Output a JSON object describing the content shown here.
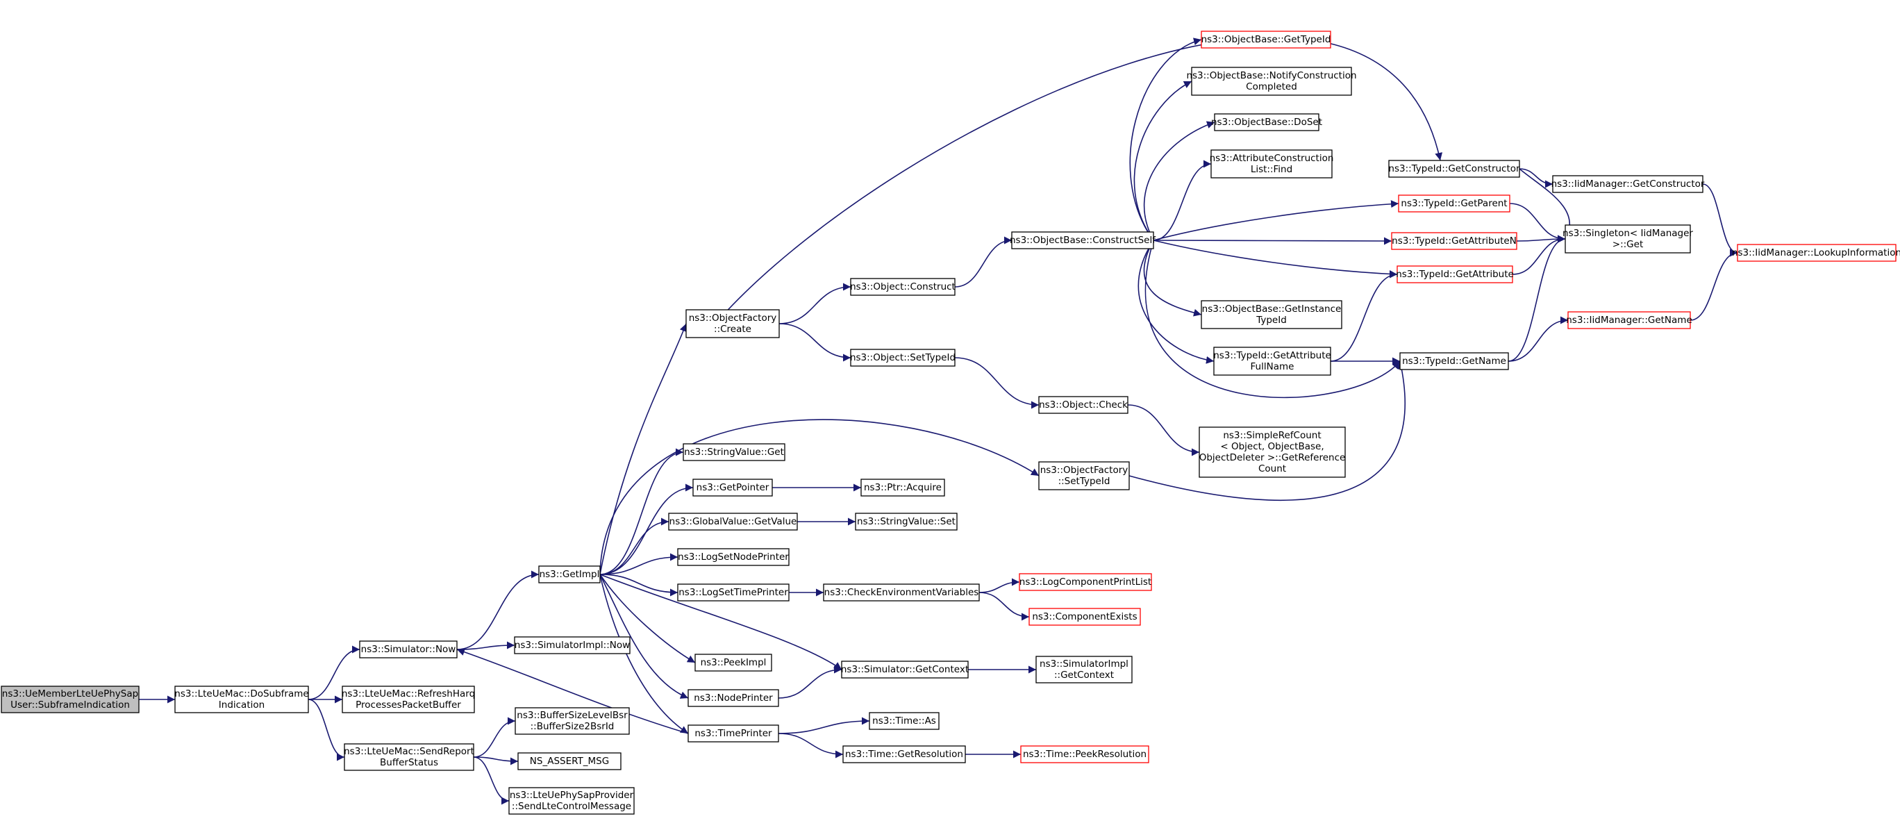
{
  "colors": {
    "edge": "#191970",
    "node_border": "#000000",
    "node_border_incomplete": "#ff0000",
    "root_fill": "#bfbfbf",
    "node_fill": "#ffffff"
  },
  "nodes": [
    {
      "id": "root",
      "lines": [
        "ns3::UeMemberLteUePhySap",
        "User::SubframeIndication"
      ],
      "style": "root"
    },
    {
      "id": "doSubframe",
      "lines": [
        "ns3::LteUeMac::DoSubframe",
        "Indication"
      ],
      "style": "normal"
    },
    {
      "id": "simNow",
      "lines": [
        "ns3::Simulator::Now"
      ],
      "style": "normal"
    },
    {
      "id": "refreshHarq",
      "lines": [
        "ns3::LteUeMac::RefreshHarq",
        "ProcessesPacketBuffer"
      ],
      "style": "normal"
    },
    {
      "id": "sendReport",
      "lines": [
        "ns3::LteUeMac::SendReport",
        "BufferStatus"
      ],
      "style": "normal"
    },
    {
      "id": "getImpl",
      "lines": [
        "ns3::GetImpl"
      ],
      "style": "normal"
    },
    {
      "id": "simImplNow",
      "lines": [
        "ns3::SimulatorImpl::Now"
      ],
      "style": "normal"
    },
    {
      "id": "bsr",
      "lines": [
        "ns3::BufferSizeLevelBsr",
        "::BufferSize2BsrId"
      ],
      "style": "normal"
    },
    {
      "id": "nsAssert",
      "lines": [
        "NS_ASSERT_MSG"
      ],
      "style": "normal"
    },
    {
      "id": "sendLte",
      "lines": [
        "ns3::LteUePhySapProvider",
        "::SendLteControlMessage"
      ],
      "style": "normal"
    },
    {
      "id": "ofCreate",
      "lines": [
        "ns3::ObjectFactory",
        "::Create"
      ],
      "style": "normal"
    },
    {
      "id": "stringValueGet",
      "lines": [
        "ns3::StringValue::Get"
      ],
      "style": "normal"
    },
    {
      "id": "getPointer",
      "lines": [
        "ns3::GetPointer"
      ],
      "style": "normal"
    },
    {
      "id": "gvGetValue",
      "lines": [
        "ns3::GlobalValue::GetValue"
      ],
      "style": "normal"
    },
    {
      "id": "logNodePrinter",
      "lines": [
        "ns3::LogSetNodePrinter"
      ],
      "style": "normal"
    },
    {
      "id": "logTimePrinter",
      "lines": [
        "ns3::LogSetTimePrinter"
      ],
      "style": "normal"
    },
    {
      "id": "peekImpl",
      "lines": [
        "ns3::PeekImpl"
      ],
      "style": "normal"
    },
    {
      "id": "nodePrinter",
      "lines": [
        "ns3::NodePrinter"
      ],
      "style": "normal"
    },
    {
      "id": "timePrinter",
      "lines": [
        "ns3::TimePrinter"
      ],
      "style": "normal"
    },
    {
      "id": "objConstruct",
      "lines": [
        "ns3::Object::Construct"
      ],
      "style": "normal"
    },
    {
      "id": "objSetTypeId",
      "lines": [
        "ns3::Object::SetTypeId"
      ],
      "style": "normal"
    },
    {
      "id": "ptrAcquire",
      "lines": [
        "ns3::Ptr::Acquire"
      ],
      "style": "normal"
    },
    {
      "id": "stringValueSet",
      "lines": [
        "ns3::StringValue::Set"
      ],
      "style": "normal"
    },
    {
      "id": "checkEnv",
      "lines": [
        "ns3::CheckEnvironmentVariables"
      ],
      "style": "normal"
    },
    {
      "id": "simGetContext",
      "lines": [
        "ns3::Simulator::GetContext"
      ],
      "style": "normal"
    },
    {
      "id": "timeAs",
      "lines": [
        "ns3::Time::As"
      ],
      "style": "normal"
    },
    {
      "id": "timeGetRes",
      "lines": [
        "ns3::Time::GetResolution"
      ],
      "style": "normal"
    },
    {
      "id": "constructSelf",
      "lines": [
        "ns3::ObjectBase::ConstructSelf"
      ],
      "style": "normal"
    },
    {
      "id": "objCheck",
      "lines": [
        "ns3::Object::Check"
      ],
      "style": "normal"
    },
    {
      "id": "ofSetTypeId",
      "lines": [
        "ns3::ObjectFactory",
        "::SetTypeId"
      ],
      "style": "normal"
    },
    {
      "id": "logCompPrint",
      "lines": [
        "ns3::LogComponentPrintList"
      ],
      "style": "incomplete"
    },
    {
      "id": "compExists",
      "lines": [
        "ns3::ComponentExists"
      ],
      "style": "incomplete"
    },
    {
      "id": "simImplGetContext",
      "lines": [
        "ns3::SimulatorImpl",
        "::GetContext"
      ],
      "style": "normal"
    },
    {
      "id": "peekRes",
      "lines": [
        "ns3::Time::PeekResolution"
      ],
      "style": "incomplete"
    },
    {
      "id": "obGetTypeId",
      "lines": [
        "ns3::ObjectBase::GetTypeId"
      ],
      "style": "incomplete"
    },
    {
      "id": "notifyConstruction",
      "lines": [
        "ns3::ObjectBase::NotifyConstruction",
        "Completed"
      ],
      "style": "normal"
    },
    {
      "id": "obDoSet",
      "lines": [
        "ns3::ObjectBase::DoSet"
      ],
      "style": "normal"
    },
    {
      "id": "attrConstrFind",
      "lines": [
        "ns3::AttributeConstruction",
        "List::Find"
      ],
      "style": "normal"
    },
    {
      "id": "getInstanceTypeId",
      "lines": [
        "ns3::ObjectBase::GetInstance",
        "TypeId"
      ],
      "style": "normal"
    },
    {
      "id": "getAttrFullName",
      "lines": [
        "ns3::TypeId::GetAttribute",
        "FullName"
      ],
      "style": "normal"
    },
    {
      "id": "refCount",
      "lines": [
        "ns3::SimpleRefCount",
        "< Object, ObjectBase,",
        "ObjectDeleter >::GetReference",
        "Count"
      ],
      "style": "normal"
    },
    {
      "id": "tidGetConstructor",
      "lines": [
        "ns3::TypeId::GetConstructor"
      ],
      "style": "normal"
    },
    {
      "id": "tidGetParent",
      "lines": [
        "ns3::TypeId::GetParent"
      ],
      "style": "incomplete"
    },
    {
      "id": "tidGetAttrN",
      "lines": [
        "ns3::TypeId::GetAttributeN"
      ],
      "style": "incomplete"
    },
    {
      "id": "tidGetAttr",
      "lines": [
        "ns3::TypeId::GetAttribute"
      ],
      "style": "incomplete"
    },
    {
      "id": "tidGetName",
      "lines": [
        "ns3::TypeId::GetName"
      ],
      "style": "normal"
    },
    {
      "id": "iidGetConstructor",
      "lines": [
        "ns3::IidManager::GetConstructor"
      ],
      "style": "normal"
    },
    {
      "id": "singletonGet",
      "lines": [
        "ns3::Singleton< IidManager",
        ">::Get"
      ],
      "style": "normal"
    },
    {
      "id": "iidGetName",
      "lines": [
        "ns3::IidManager::GetName"
      ],
      "style": "incomplete"
    },
    {
      "id": "iidLookup",
      "lines": [
        "ns3::IidManager::LookupInformation"
      ],
      "style": "incomplete"
    }
  ],
  "edges": [
    [
      "root",
      "doSubframe"
    ],
    [
      "doSubframe",
      "simNow"
    ],
    [
      "doSubframe",
      "refreshHarq"
    ],
    [
      "doSubframe",
      "sendReport"
    ],
    [
      "simNow",
      "getImpl"
    ],
    [
      "simNow",
      "simImplNow"
    ],
    [
      "sendReport",
      "bsr"
    ],
    [
      "sendReport",
      "nsAssert"
    ],
    [
      "sendReport",
      "sendLte"
    ],
    [
      "getImpl",
      "ofCreate"
    ],
    [
      "getImpl",
      "ofSetTypeId"
    ],
    [
      "getImpl",
      "stringValueGet"
    ],
    [
      "getImpl",
      "getPointer"
    ],
    [
      "getImpl",
      "gvGetValue"
    ],
    [
      "getImpl",
      "logNodePrinter"
    ],
    [
      "getImpl",
      "logTimePrinter"
    ],
    [
      "getImpl",
      "simGetContext"
    ],
    [
      "getImpl",
      "peekImpl"
    ],
    [
      "getImpl",
      "nodePrinter"
    ],
    [
      "getImpl",
      "timePrinter"
    ],
    [
      "timePrinter",
      "simNow"
    ],
    [
      "ofCreate",
      "objConstruct"
    ],
    [
      "ofCreate",
      "objSetTypeId"
    ],
    [
      "ofCreate",
      "tidGetConstructor"
    ],
    [
      "getPointer",
      "ptrAcquire"
    ],
    [
      "gvGetValue",
      "stringValueSet"
    ],
    [
      "logTimePrinter",
      "checkEnv"
    ],
    [
      "nodePrinter",
      "simGetContext"
    ],
    [
      "timePrinter",
      "timeAs"
    ],
    [
      "timePrinter",
      "timeGetRes"
    ],
    [
      "objConstruct",
      "constructSelf"
    ],
    [
      "objSetTypeId",
      "objCheck"
    ],
    [
      "checkEnv",
      "logCompPrint"
    ],
    [
      "checkEnv",
      "compExists"
    ],
    [
      "simGetContext",
      "simImplGetContext"
    ],
    [
      "timeGetRes",
      "peekRes"
    ],
    [
      "constructSelf",
      "obGetTypeId"
    ],
    [
      "constructSelf",
      "notifyConstruction"
    ],
    [
      "constructSelf",
      "obDoSet"
    ],
    [
      "constructSelf",
      "attrConstrFind"
    ],
    [
      "constructSelf",
      "tidGetParent"
    ],
    [
      "constructSelf",
      "tidGetAttrN"
    ],
    [
      "constructSelf",
      "tidGetAttr"
    ],
    [
      "constructSelf",
      "getInstanceTypeId"
    ],
    [
      "constructSelf",
      "getAttrFullName"
    ],
    [
      "constructSelf",
      "tidGetName"
    ],
    [
      "objCheck",
      "refCount"
    ],
    [
      "ofSetTypeId",
      "tidGetName"
    ],
    [
      "getAttrFullName",
      "tidGetAttr"
    ],
    [
      "getAttrFullName",
      "tidGetName"
    ],
    [
      "tidGetConstructor",
      "iidGetConstructor"
    ],
    [
      "tidGetConstructor",
      "singletonGet"
    ],
    [
      "tidGetParent",
      "singletonGet"
    ],
    [
      "tidGetAttrN",
      "singletonGet"
    ],
    [
      "tidGetAttr",
      "singletonGet"
    ],
    [
      "tidGetName",
      "singletonGet"
    ],
    [
      "tidGetName",
      "iidGetName"
    ],
    [
      "iidGetConstructor",
      "iidLookup"
    ],
    [
      "iidGetName",
      "iidLookup"
    ]
  ]
}
